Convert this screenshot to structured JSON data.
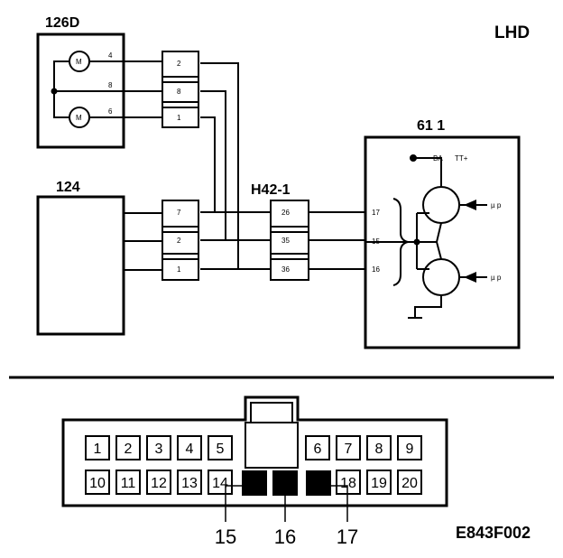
{
  "labels": {
    "lhd": "LHD",
    "comp_126d": "126D",
    "comp_124": "124",
    "comp_h42": "H42-1",
    "comp_61": "61 1",
    "motor": "M",
    "ba": "BA",
    "tt": "TT+",
    "mu_p": "µ p",
    "code": "E843F002"
  },
  "pins_126d": [
    "4",
    "8",
    "6"
  ],
  "conn_a_pins": [
    "2",
    "8",
    "1"
  ],
  "conn_b_pins": [
    "7",
    "2",
    "1"
  ],
  "conn_h42_pins": [
    "26",
    "35",
    "36"
  ],
  "ecu_pins": [
    "17",
    "15",
    "16"
  ],
  "connector": {
    "row1": [
      "1",
      "2",
      "3",
      "4",
      "5",
      "6",
      "7",
      "8",
      "9"
    ],
    "row2": [
      "10",
      "11",
      "12",
      "13",
      "14",
      "18",
      "19",
      "20"
    ],
    "pointers": [
      "15",
      "16",
      "17"
    ]
  }
}
